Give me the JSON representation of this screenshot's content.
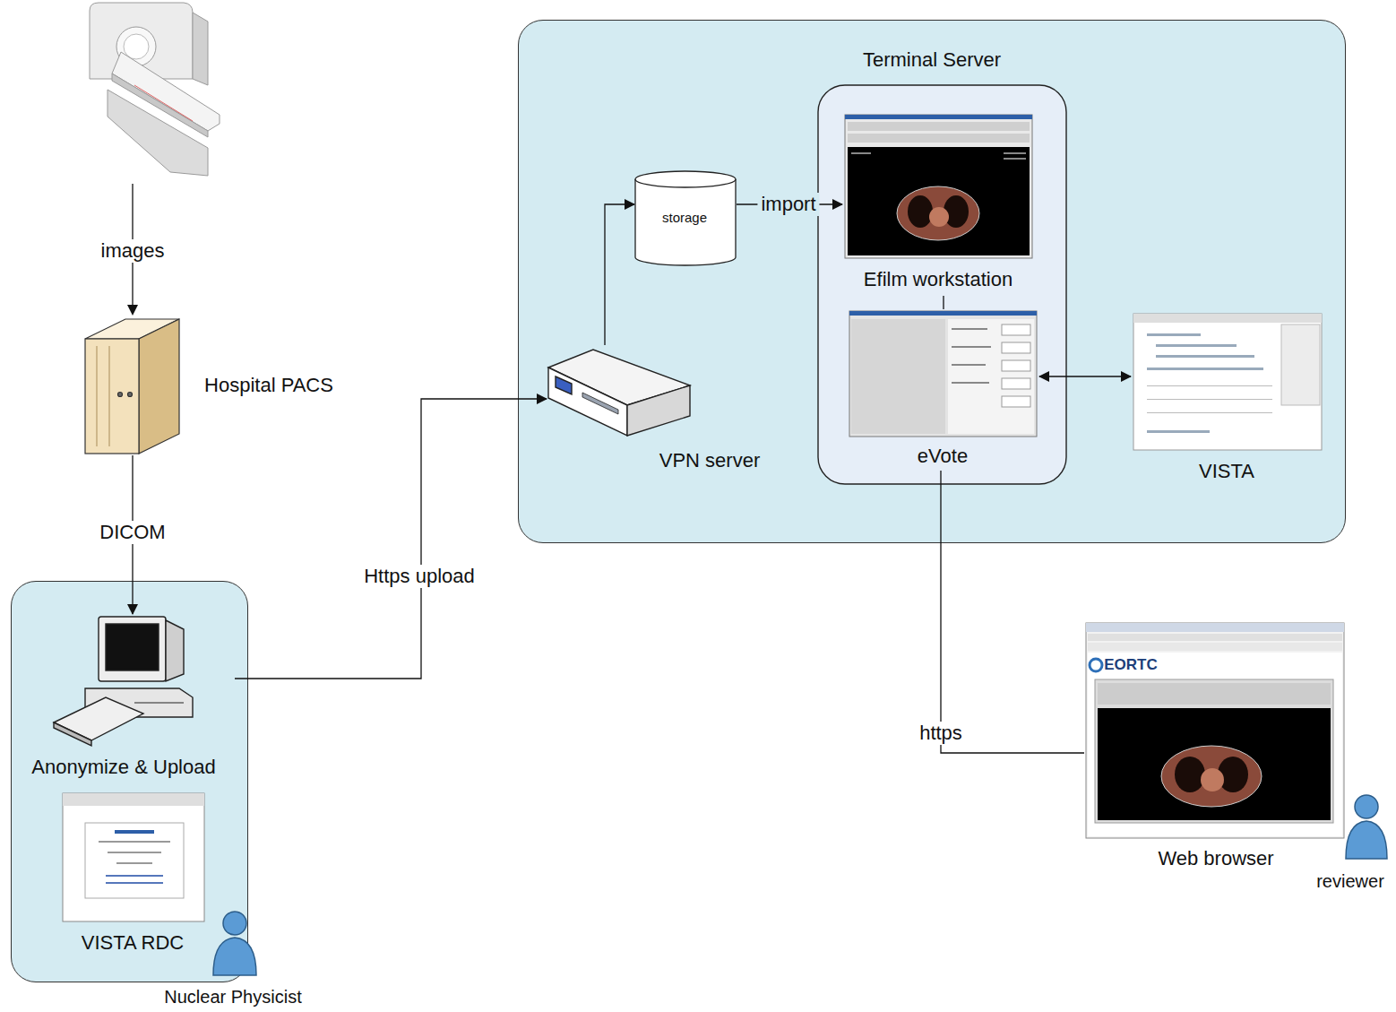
{
  "diagram": {
    "nodes": [
      {
        "text": [
          "Terminal Server"
        ]
      },
      {
        "text": [
          "storage"
        ],
        "in": 0
      },
      {
        "text": [
          "Efilm workstation"
        ],
        "in": 0
      },
      {
        "text": [
          "VPN server"
        ],
        "in": 0
      },
      {
        "text": [
          "eVote"
        ],
        "in": 0
      },
      {
        "text": [
          "VISTA"
        ],
        "in": 0
      },
      {
        "text": [
          "Hospital PACS"
        ]
      },
      {
        "text": [
          "Nuclear Physicist"
        ]
      },
      {
        "text": [
          "Anonymize & Upload"
        ],
        "in": 7
      },
      {
        "text": [
          "VISTA RDC"
        ],
        "in": 7
      },
      {
        "text": [
          "Web browser"
        ]
      }
    ],
    "edges": [
      {
        "from": 6,
        "to": 8,
        "label": "DICOM",
        "arrow": "to"
      },
      {
        "from": 8,
        "to": 3,
        "label": "Https upload",
        "arrow": "to"
      },
      {
        "from": 3,
        "to": 1,
        "arrow": "to"
      },
      {
        "from": 1,
        "to": 2,
        "label": "import",
        "arrow": "to"
      },
      {
        "from": 2,
        "to": 4,
        "arrow": "none"
      },
      {
        "from": 4,
        "to": 5,
        "arrow": "both"
      },
      {
        "from": 4,
        "to": 10,
        "label": "https",
        "arrow": "none"
      }
    ],
    "labels": [
      "images",
      "EORTC",
      "reviewer"
    ]
  }
}
